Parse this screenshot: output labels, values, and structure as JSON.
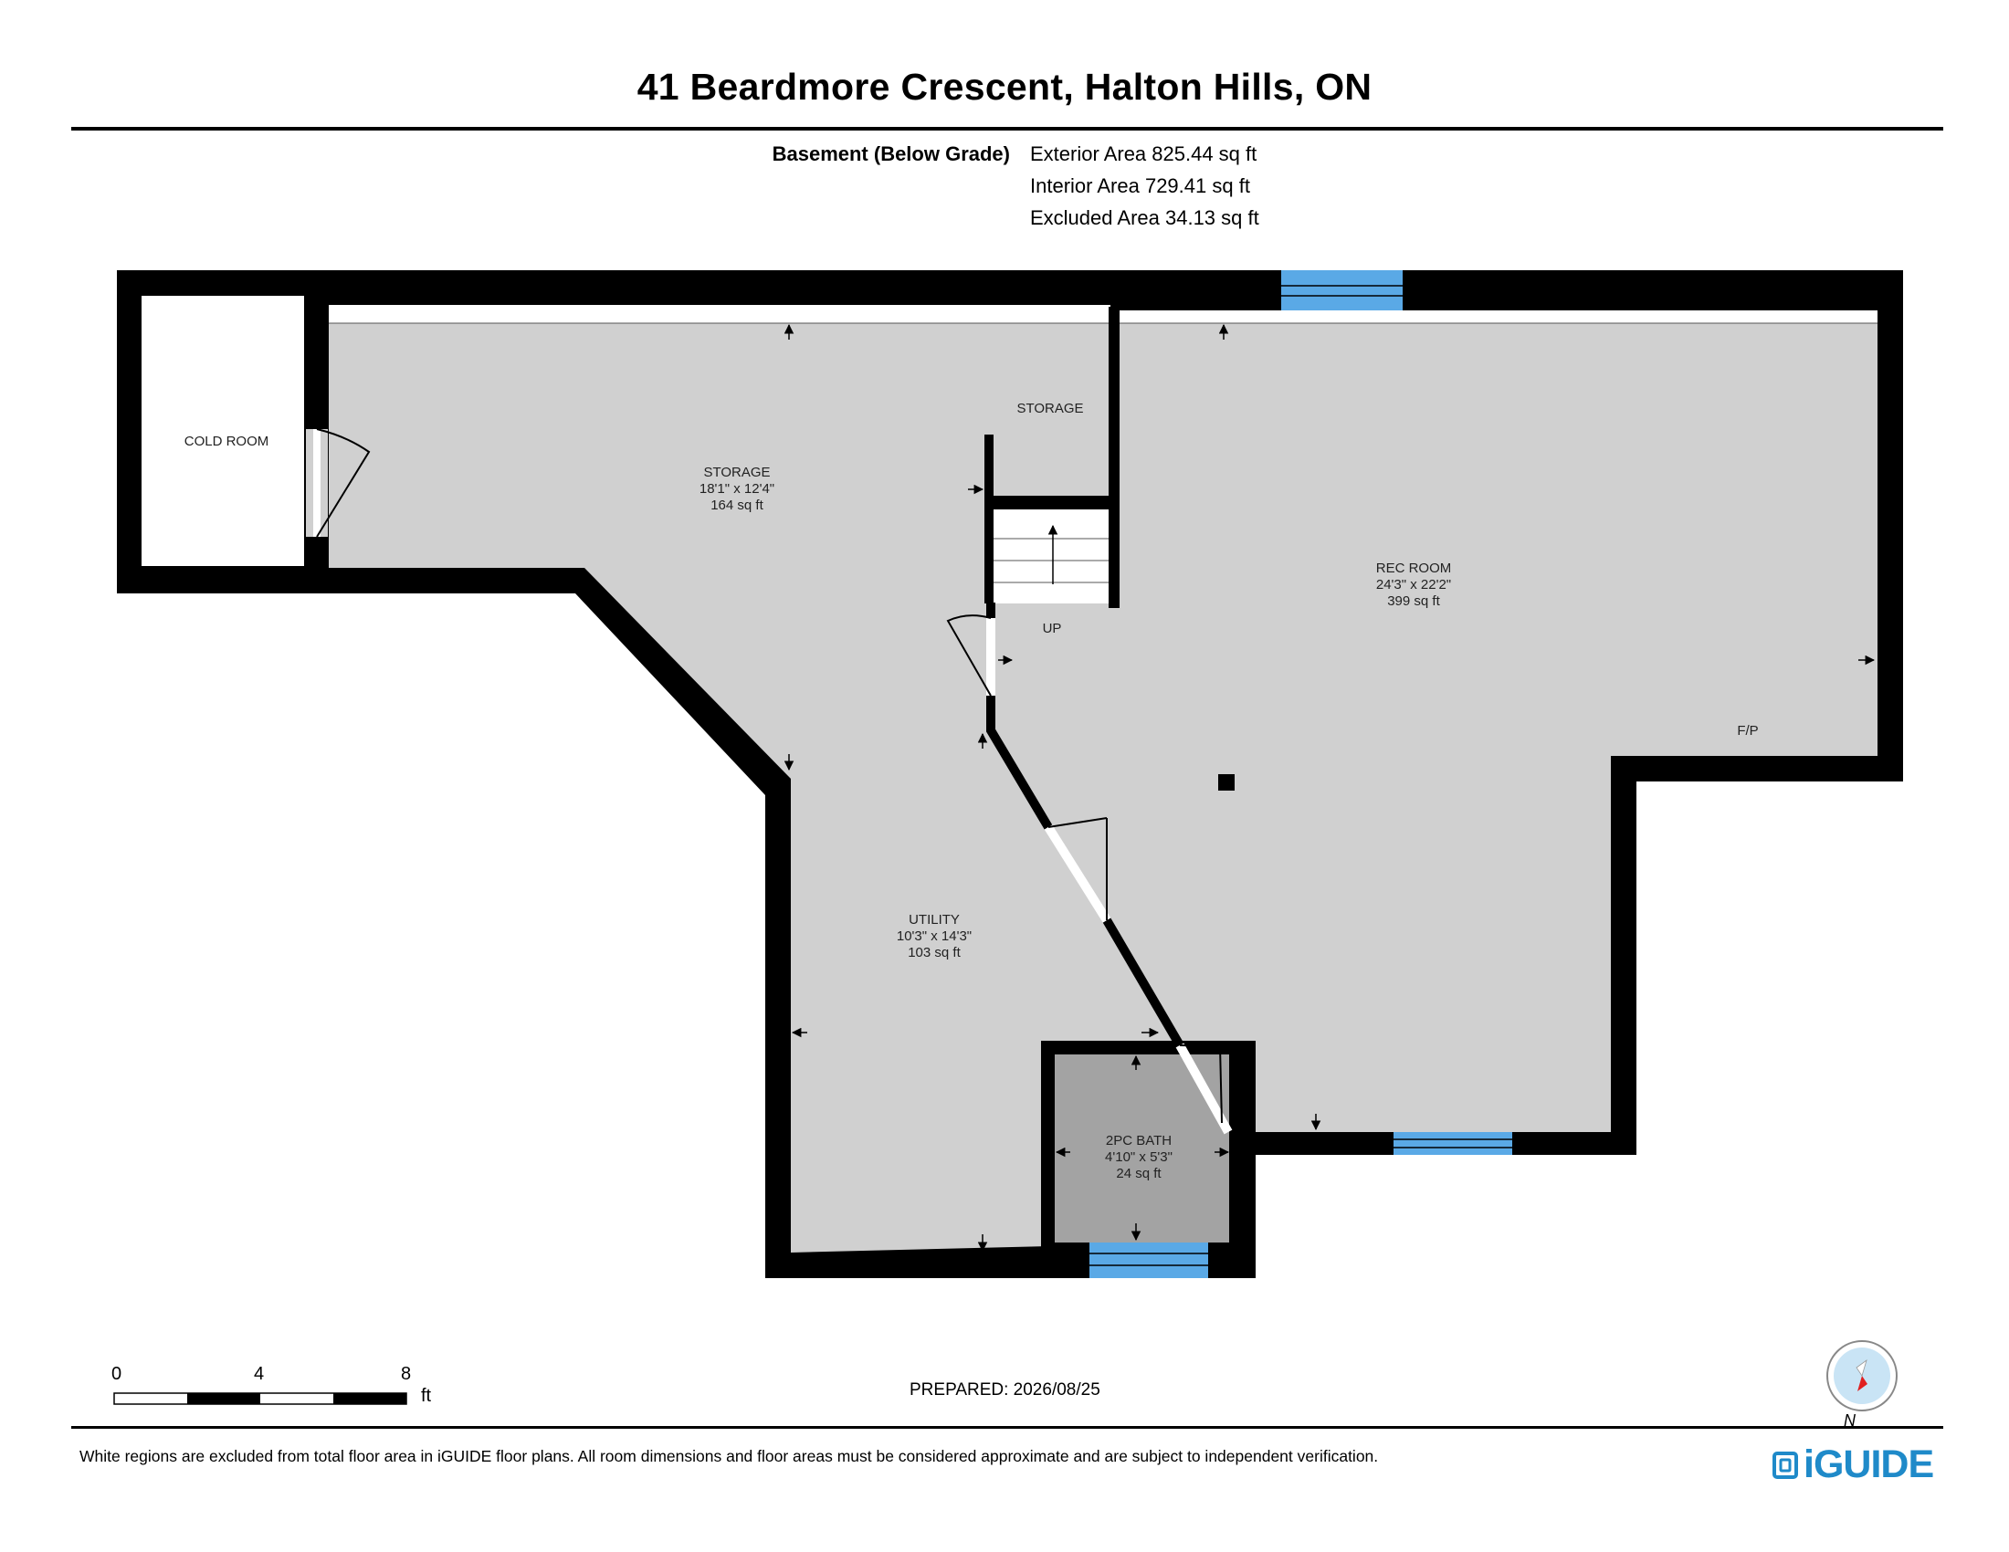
{
  "header": {
    "title": "41 Beardmore Crescent, Halton Hills, ON",
    "floor_label": "Basement (Below Grade)",
    "areas": [
      "Exterior Area 825.44 sq ft",
      "Interior Area 729.41 sq ft",
      "Excluded Area 34.13 sq ft"
    ]
  },
  "rooms": {
    "cold_room": {
      "name": "COLD ROOM"
    },
    "storage_main": {
      "name": "STORAGE",
      "dims": "18'1\" x 12'4\"",
      "area": "164 sq ft"
    },
    "storage_small": {
      "name": "STORAGE"
    },
    "stairs": {
      "label": "UP"
    },
    "rec_room": {
      "name": "REC ROOM",
      "dims": "24'3\" x 22'2\"",
      "area": "399 sq ft"
    },
    "fireplace": {
      "label": "F/P"
    },
    "utility": {
      "name": "UTILITY",
      "dims": "10'3\" x 14'3\"",
      "area": "103 sq ft"
    },
    "bath": {
      "name": "2PC BATH",
      "dims": "4'10\" x 5'3\"",
      "area": "24 sq ft"
    }
  },
  "scale": {
    "ticks": [
      "0",
      "4",
      "8"
    ],
    "unit": "ft"
  },
  "footer": {
    "prepared": "PREPARED: 2026/08/25",
    "disclaimer": "White regions are excluded from total floor area in iGUIDE floor plans. All room dimensions and floor areas must be considered approximate and are subject to independent verification.",
    "logo_text": "iGUIDE",
    "compass_label": "N"
  },
  "colors": {
    "wall": "#000000",
    "floor": "#d0d0d0",
    "bath_floor": "#a3a3a3",
    "window": "#5aa9e6",
    "brand": "#1f8ac9",
    "compass_needle": "#e02020"
  }
}
